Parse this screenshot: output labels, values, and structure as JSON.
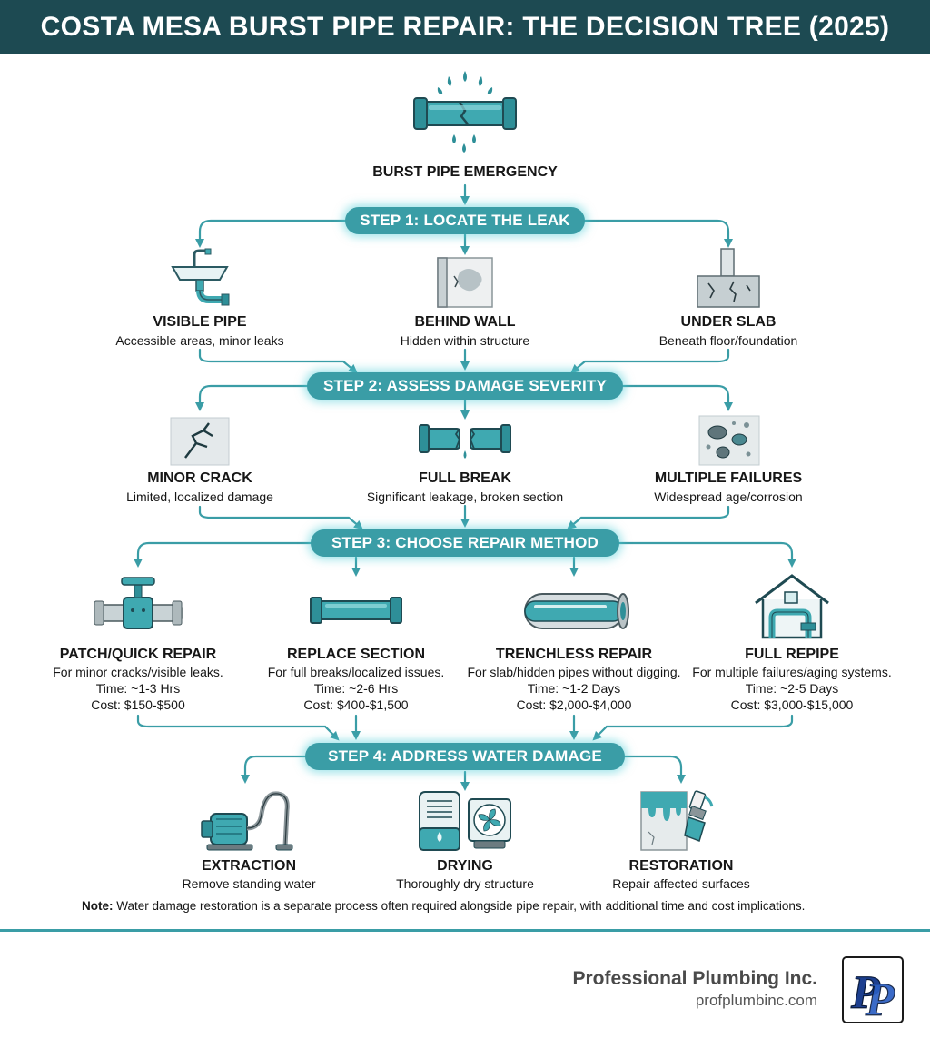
{
  "title": "COSTA MESA BURST PIPE REPAIR: THE DECISION TREE (2025)",
  "start": {
    "label": "BURST PIPE EMERGENCY",
    "icon": "burst-pipe-icon"
  },
  "steps": [
    {
      "label": "STEP 1: LOCATE THE LEAK"
    },
    {
      "label": "STEP 2: ASSESS DAMAGE SEVERITY"
    },
    {
      "label": "STEP 3: CHOOSE REPAIR METHOD"
    },
    {
      "label": "STEP 4: ADDRESS WATER DAMAGE"
    }
  ],
  "locate": [
    {
      "title": "VISIBLE PIPE",
      "desc": "Accessible areas, minor leaks",
      "icon": "sink-pipe-icon"
    },
    {
      "title": "BEHIND WALL",
      "desc": "Hidden within structure",
      "icon": "wall-stain-icon"
    },
    {
      "title": "UNDER SLAB",
      "desc": "Beneath floor/foundation",
      "icon": "cracked-slab-icon"
    }
  ],
  "severity": [
    {
      "title": "MINOR CRACK",
      "desc": "Limited, localized damage",
      "icon": "crack-icon"
    },
    {
      "title": "FULL BREAK",
      "desc": "Significant leakage, broken section",
      "icon": "broken-pipe-icon"
    },
    {
      "title": "MULTIPLE FAILURES",
      "desc": "Widespread age/corrosion",
      "icon": "corrosion-icon"
    }
  ],
  "methods": [
    {
      "title": "PATCH/QUICK REPAIR",
      "desc": "For minor cracks/visible leaks.",
      "time": "Time: ~1-3 Hrs",
      "cost": "Cost: $150-$500",
      "icon": "valve-clamp-icon"
    },
    {
      "title": "REPLACE SECTION",
      "desc": "For full breaks/localized issues.",
      "time": "Time: ~2-6 Hrs",
      "cost": "Cost: $400-$1,500",
      "icon": "pipe-section-icon"
    },
    {
      "title": "TRENCHLESS REPAIR",
      "desc": "For slab/hidden pipes without digging.",
      "time": "Time: ~1-2 Days",
      "cost": "Cost: $2,000-$4,000",
      "icon": "pipe-liner-icon"
    },
    {
      "title": "FULL REPIPE",
      "desc": "For multiple failures/aging systems.",
      "time": "Time: ~2-5 Days",
      "cost": "Cost: $3,000-$15,000",
      "icon": "house-pipes-icon"
    }
  ],
  "water": [
    {
      "title": "EXTRACTION",
      "desc": "Remove standing water",
      "icon": "extraction-pump-icon"
    },
    {
      "title": "DRYING",
      "desc": "Thoroughly dry structure",
      "icon": "dehumidifier-fan-icon"
    },
    {
      "title": "RESTORATION",
      "desc": "Repair affected surfaces",
      "icon": "paint-brush-icon"
    }
  ],
  "note": {
    "label": "Note:",
    "text": "Water damage restoration is a separate process often required alongside pipe repair, with additional time and cost implications."
  },
  "footer": {
    "company": "Professional Plumbing Inc.",
    "url": "profplumbinc.com",
    "logo_text": "PP"
  },
  "colors": {
    "header_bg": "#1d4a52",
    "accent": "#3a9da6",
    "pipe": "#3fa9b1",
    "pipe_dark": "#1f6e78"
  }
}
